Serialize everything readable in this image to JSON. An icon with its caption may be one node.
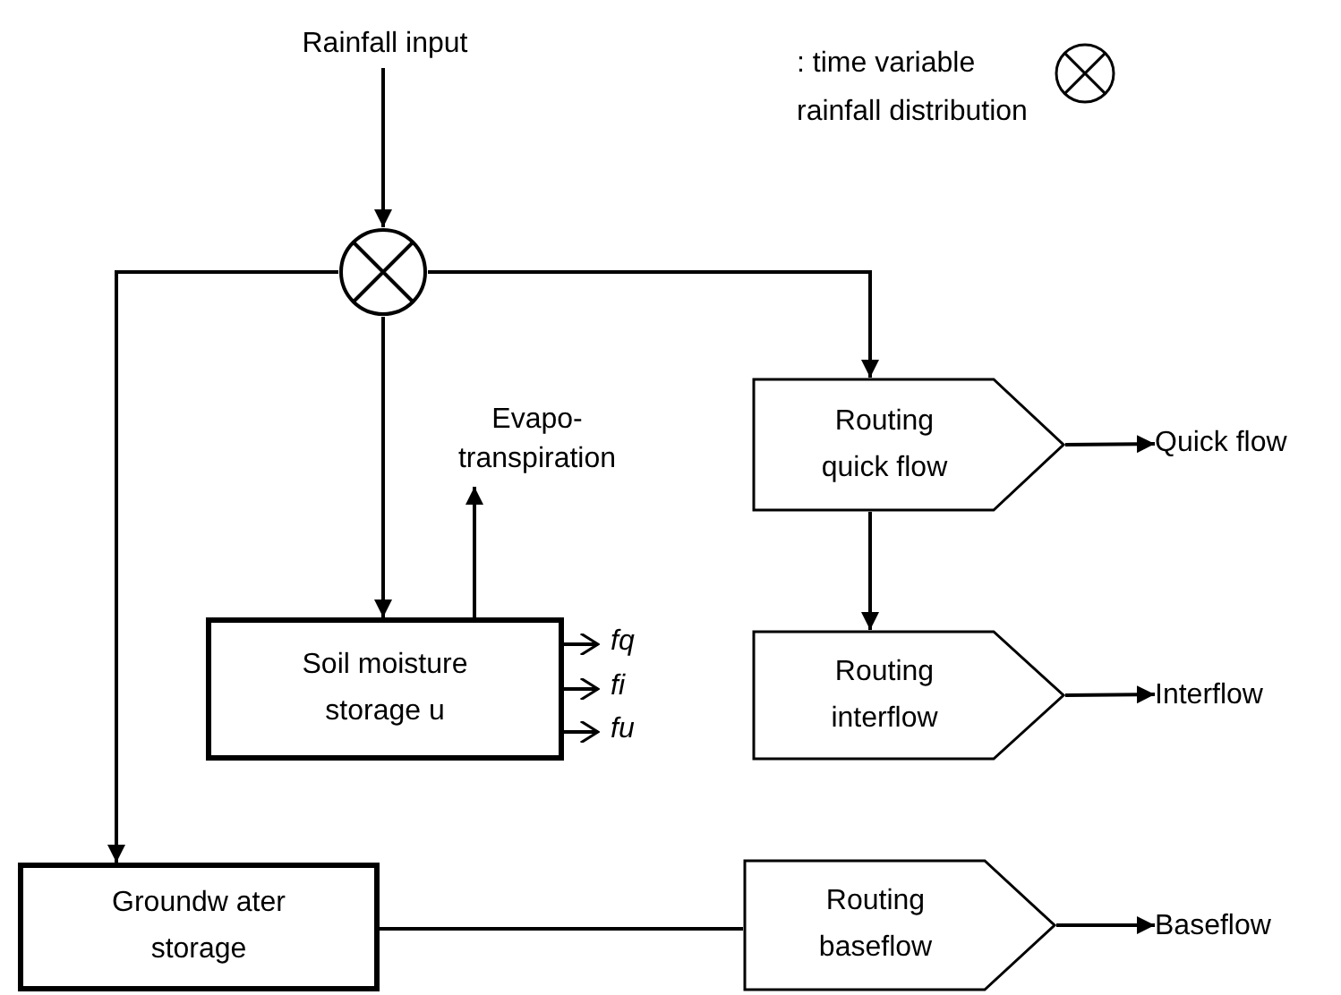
{
  "diagram": {
    "nodes": [
      {
        "text": [
          "Rainfall input"
        ]
      },
      {
        "text": [],
        "shape": "circle"
      },
      {
        "text": [
          "Evapo- transpiration"
        ]
      },
      {
        "text": [
          "Soil moisture storage u"
        ]
      },
      {
        "text": [
          "Groundw ater storage"
        ]
      },
      {
        "text": [
          "Routing quick flow"
        ]
      },
      {
        "text": [
          "Routing interflow"
        ]
      },
      {
        "text": [
          "Routing baseflow"
        ]
      },
      {
        "text": [
          "Quick flow"
        ]
      },
      {
        "text": [
          "Interflow"
        ]
      },
      {
        "text": [
          "Baseflow"
        ]
      }
    ],
    "edges": [
      {
        "from": 0,
        "to": 1,
        "arrow": "to"
      },
      {
        "from": 1,
        "to": 5,
        "arrow": "to"
      },
      {
        "from": 1,
        "to": 3,
        "arrow": "to"
      },
      {
        "from": 1,
        "to": 4,
        "arrow": "to"
      },
      {
        "from": 3,
        "to": 2,
        "arrow": "to"
      },
      {
        "from": 5,
        "to": 6,
        "arrow": "to"
      },
      {
        "from": 5,
        "to": 8,
        "arrow": "to"
      },
      {
        "from": 6,
        "to": 9,
        "arrow": "to"
      },
      {
        "from": 7,
        "to": 10,
        "arrow": "to"
      },
      {
        "from": 4,
        "to": 7,
        "arrow": "none"
      },
      {
        "from": 3,
        "to": null,
        "arrow": "to",
        "label": "fq"
      },
      {
        "from": 3,
        "to": null,
        "arrow": "to",
        "label": "fi"
      },
      {
        "from": 3,
        "to": null,
        "arrow": "to",
        "label": "fu"
      }
    ],
    "legend": [
      {
        "text": ": time variable rainfall distribution"
      }
    ]
  }
}
